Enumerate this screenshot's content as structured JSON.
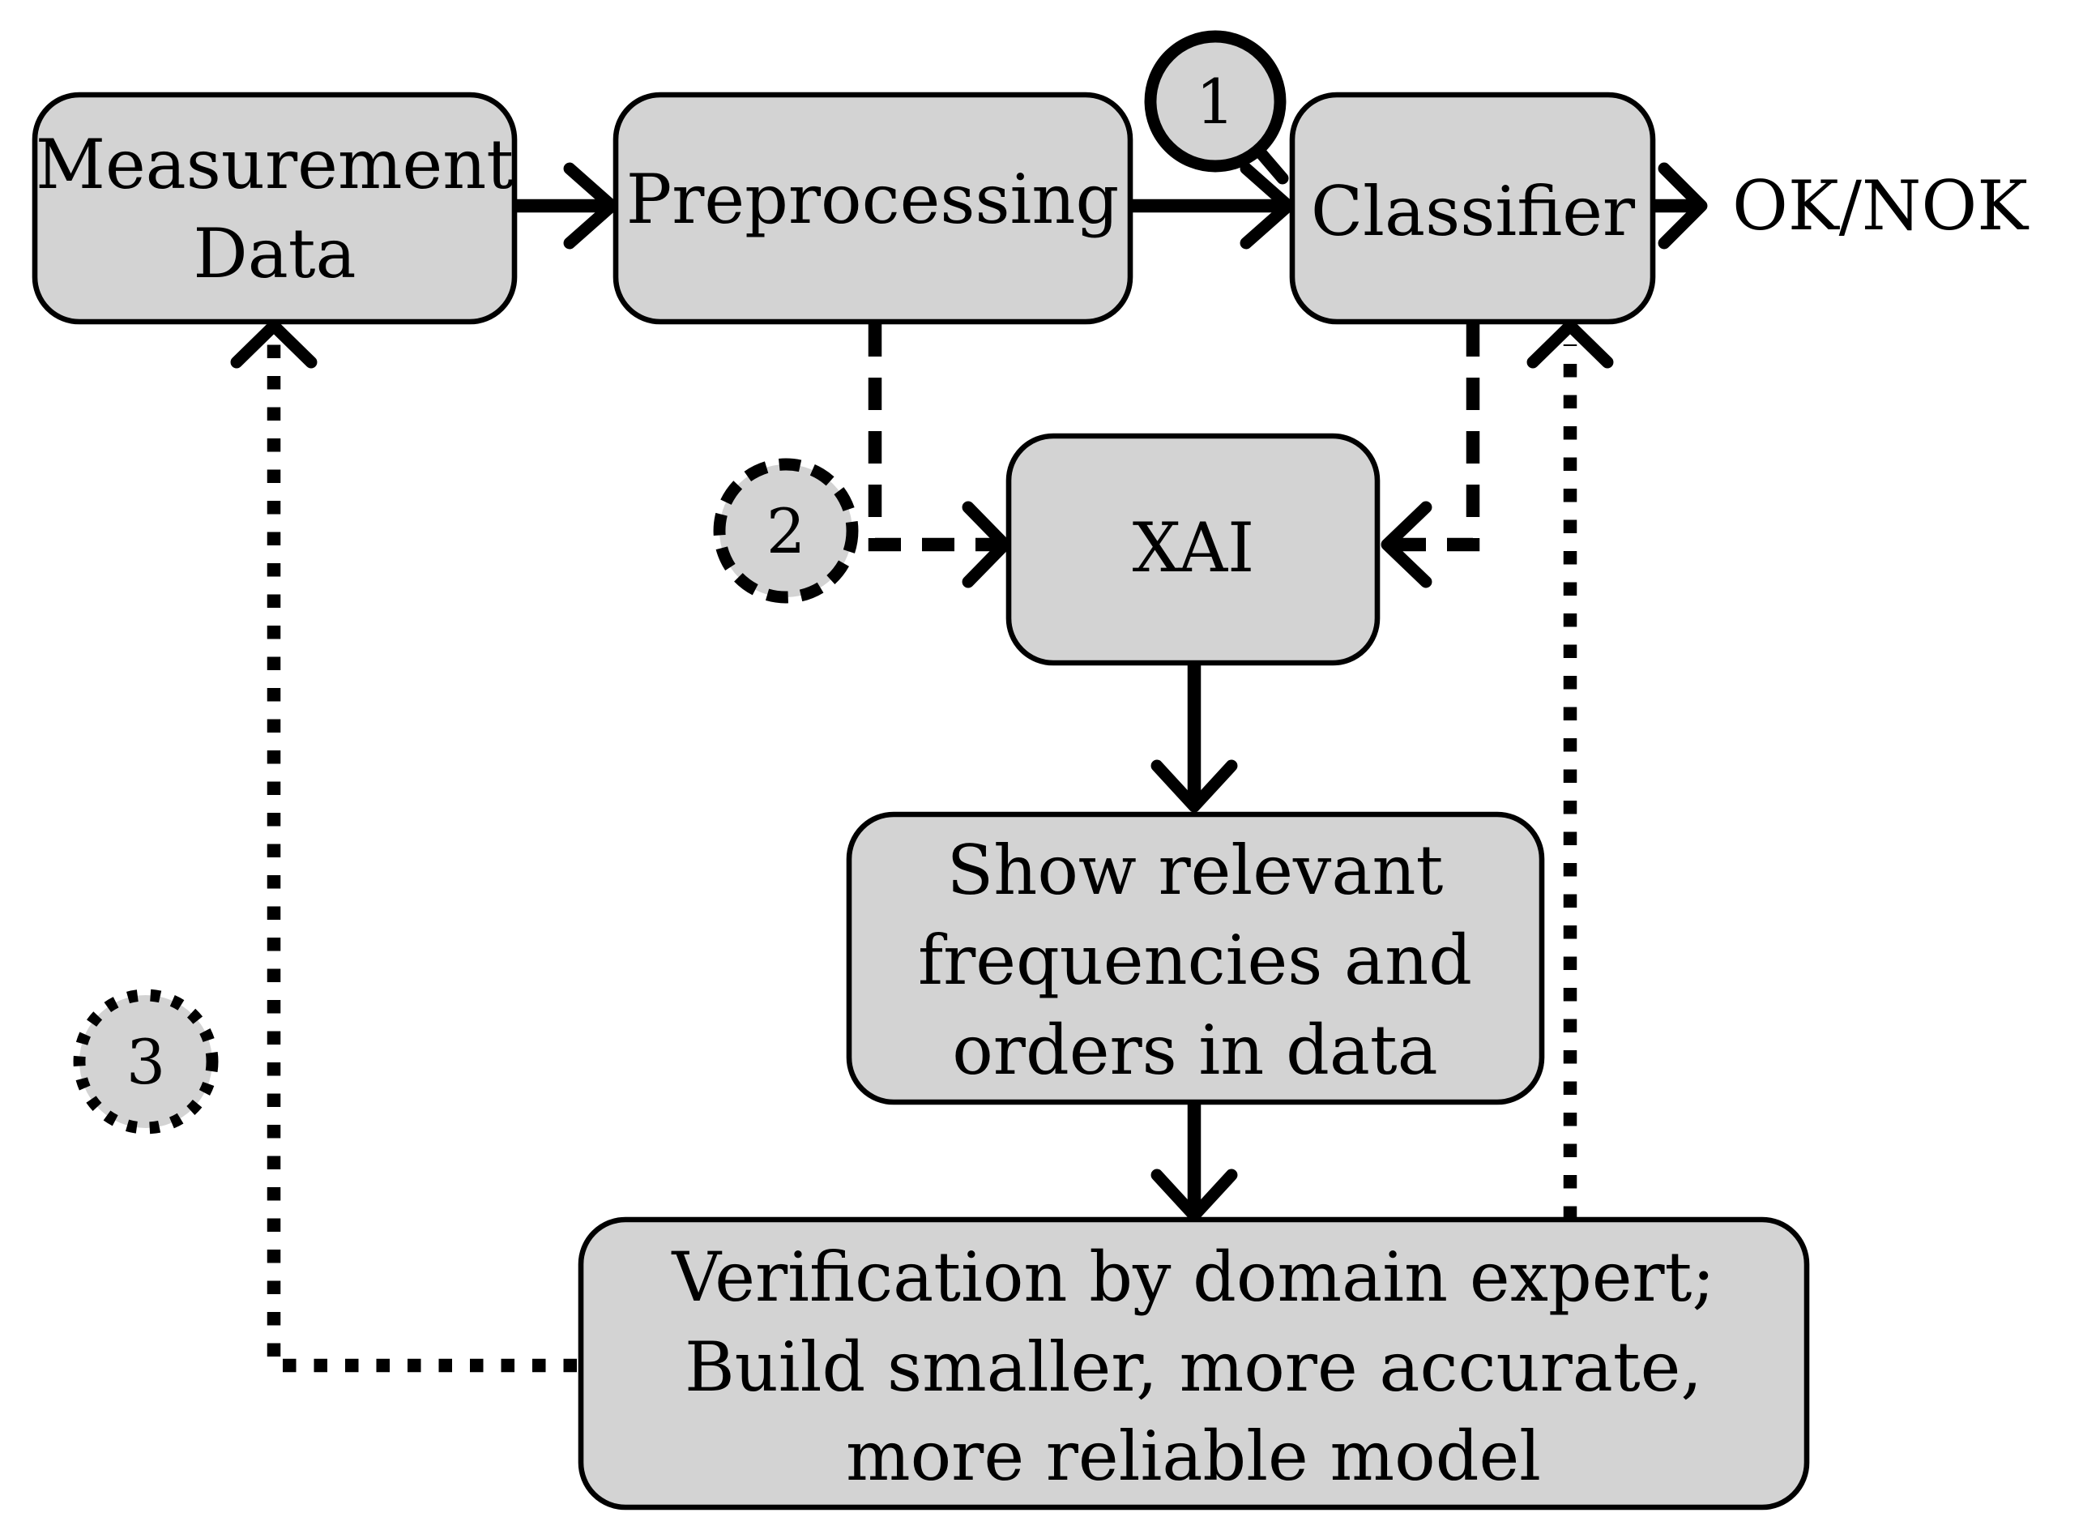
{
  "nodes": {
    "measurement": [
      "Measurement",
      "Data"
    ],
    "preprocessing": [
      "Preprocessing"
    ],
    "classifier": [
      "Classifier"
    ],
    "xai": [
      "XAI"
    ],
    "relevant": [
      "Show relevant",
      "frequencies and",
      "orders in data"
    ],
    "verification": [
      "Verification by domain expert;",
      "Build smaller, more accurate,",
      "more reliable model"
    ]
  },
  "output_label": "OK/NOK",
  "badges": {
    "one": "1",
    "two": "2",
    "three": "3"
  },
  "colors": {
    "box_fill": "#d3d3d3",
    "stroke": "#000000"
  }
}
